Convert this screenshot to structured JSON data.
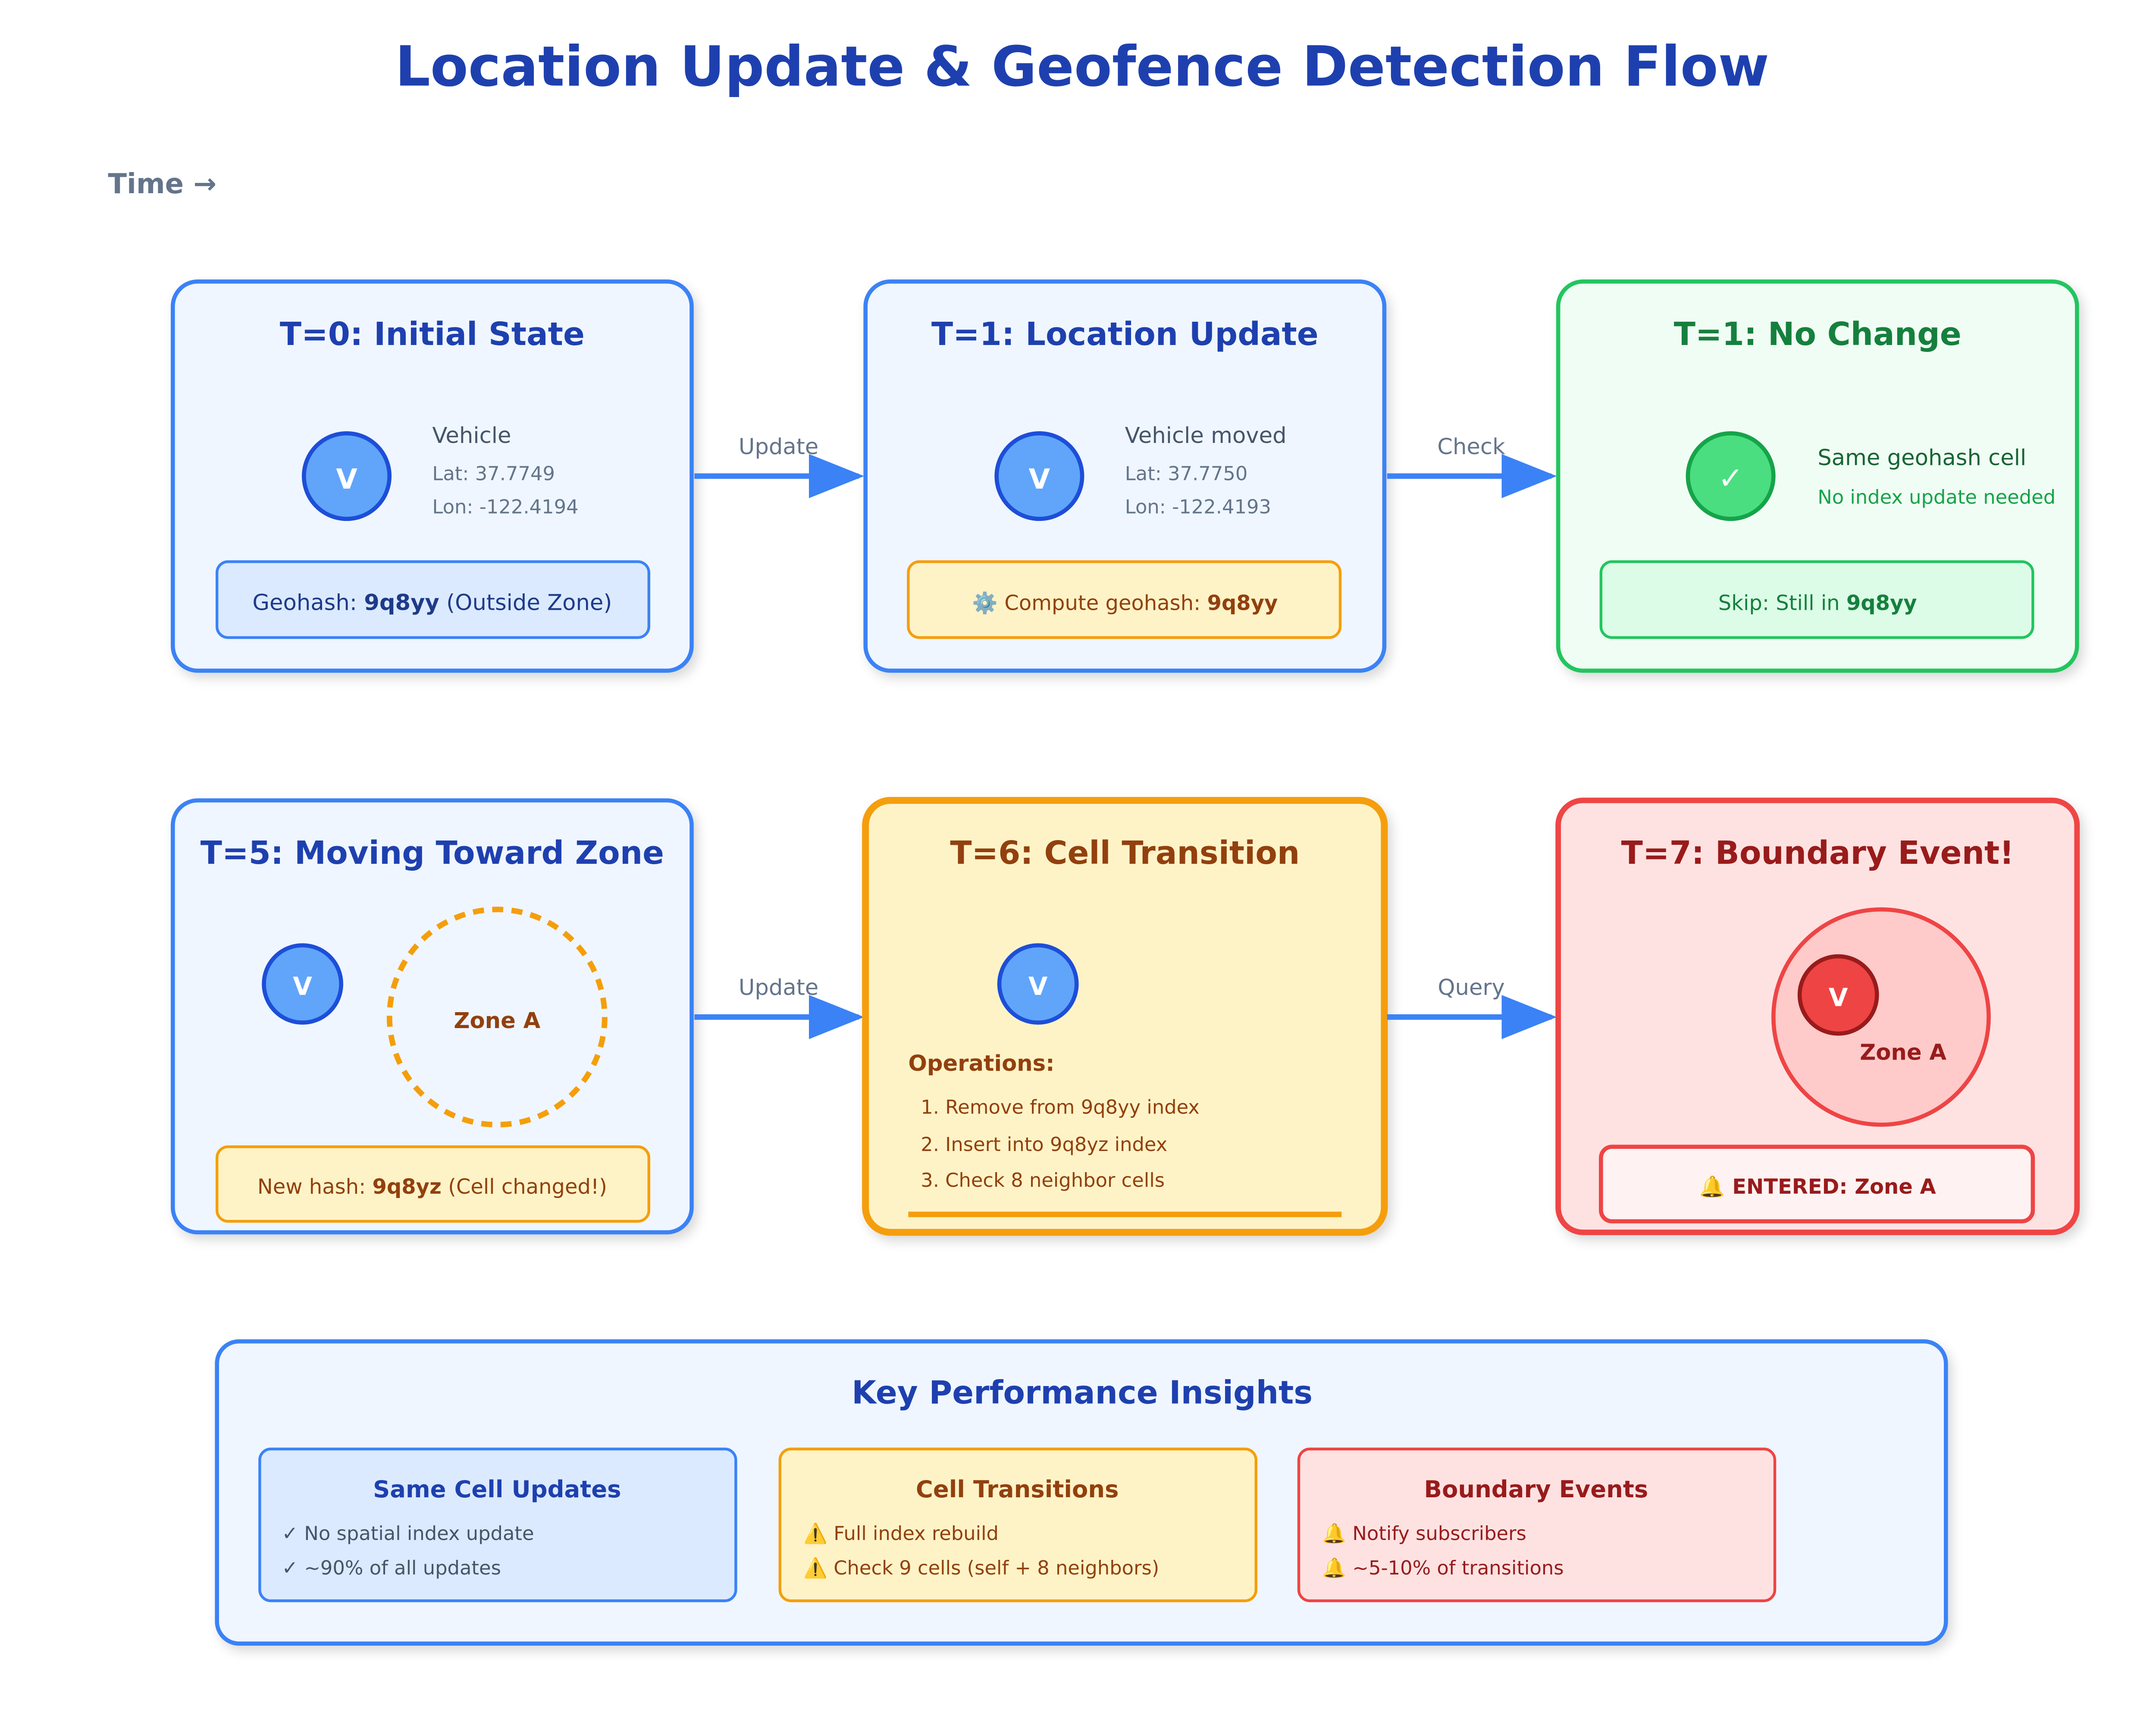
{
  "title": "Location Update & Geofence Detection Flow",
  "time_label": "Time →",
  "colors": {
    "blue": "#3b82f6",
    "blue_dark": "#1e40af",
    "blue_fill": "#eff6ff",
    "blue_inner": "#dbeafe",
    "green": "#22c55e",
    "green_dark": "#15803d",
    "green_fill": "#f0fdf4",
    "amber": "#f59e0b",
    "amber_dark": "#92400e",
    "amber_fill": "#fef3c7",
    "red": "#ef4444",
    "red_dark": "#991b1b",
    "red_fill": "#fee2e2",
    "gray": "#64748b"
  },
  "arrows": {
    "a1": "Update",
    "a2": "Check",
    "a3": "Update",
    "a4": "Query"
  },
  "panels": {
    "t0": {
      "title": "T=0: Initial State",
      "vehicle_letter": "V",
      "label": "Vehicle",
      "lat": "Lat: 37.7749",
      "lon": "Lon: -122.4194",
      "box_prefix": "Geohash: ",
      "box_hash": "9q8yy",
      "box_suffix": " (Outside Zone)"
    },
    "t1a": {
      "title": "T=1: Location Update",
      "vehicle_letter": "V",
      "label": "Vehicle moved",
      "lat": "Lat: 37.7750",
      "lon": "Lon: -122.4193",
      "box_icon": "⚙️",
      "box_prefix": " Compute geohash: ",
      "box_hash": "9q8yy"
    },
    "t1b": {
      "title": "T=1: No Change",
      "check": "✓",
      "label": "Same geohash cell",
      "sub": "No index update needed",
      "box_prefix": "Skip: Still in ",
      "box_hash": "9q8yy"
    },
    "t5": {
      "title": "T=5: Moving Toward Zone",
      "vehicle_letter": "V",
      "zone_label": "Zone A",
      "box_prefix": "New hash: ",
      "box_hash": "9q8yz",
      "box_suffix": " (Cell changed!)"
    },
    "t6": {
      "title": "T=6: Cell Transition",
      "vehicle_letter": "V",
      "ops_title": "Operations:",
      "ops": [
        "1. Remove from 9q8yy index",
        "2. Insert into 9q8yz index",
        "3. Check 8 neighbor cells"
      ]
    },
    "t7": {
      "title": "T=7: Boundary Event!",
      "vehicle_letter": "V",
      "zone_label": "Zone A",
      "box_icon": "🔔",
      "box_text": " ENTERED: Zone A"
    }
  },
  "insights": {
    "title": "Key Performance Insights",
    "cards": [
      {
        "title": "Same Cell Updates",
        "lines": [
          {
            "icon": "✓",
            "text": " No spatial index update"
          },
          {
            "icon": "✓",
            "text": " ~90% of all updates"
          }
        ]
      },
      {
        "title": "Cell Transitions",
        "lines": [
          {
            "icon": "⚠️",
            "text": " Full index rebuild"
          },
          {
            "icon": "⚠️",
            "text": " Check 9 cells (self + 8 neighbors)"
          }
        ]
      },
      {
        "title": "Boundary Events",
        "lines": [
          {
            "icon": "🔔",
            "text": " Notify subscribers"
          },
          {
            "icon": "🔔",
            "text": " ~5-10% of transitions"
          }
        ]
      }
    ]
  }
}
